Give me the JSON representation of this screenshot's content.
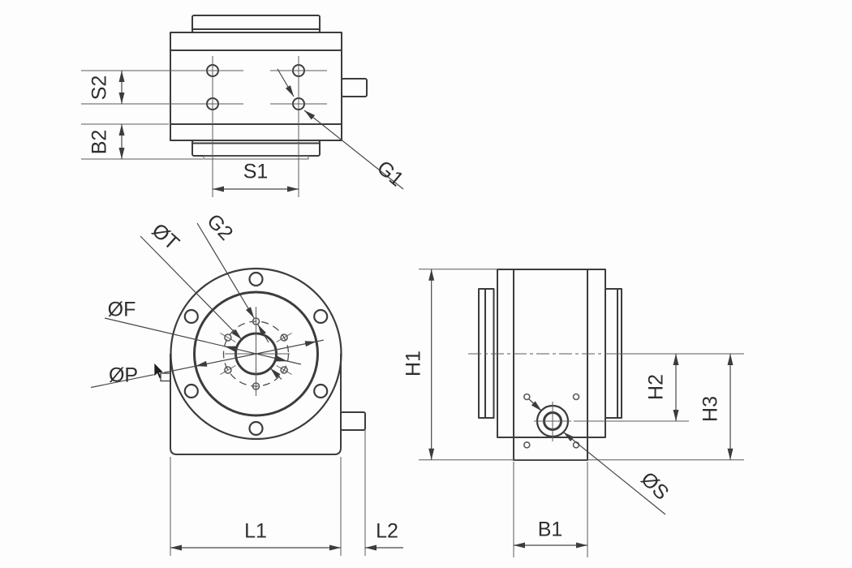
{
  "colors": {
    "background": "#fdfdfd",
    "part_line": "#3c3c3c",
    "dim_line": "#474747",
    "label_text": "#2e2e2e"
  },
  "views": {
    "top": {
      "dims": {
        "s2": "S2",
        "b2": "B2",
        "s1": "S1",
        "g1": "G1"
      }
    },
    "front": {
      "dims": {
        "g2": "G2",
        "dia_t": "ØT",
        "dia_f": "ØF",
        "dia_p": "ØP",
        "l1": "L1",
        "l2": "L2"
      }
    },
    "side": {
      "dims": {
        "h1": "H1",
        "h2": "H2",
        "h3": "H3",
        "b1": "B1",
        "dia_s": "ØS"
      }
    }
  }
}
